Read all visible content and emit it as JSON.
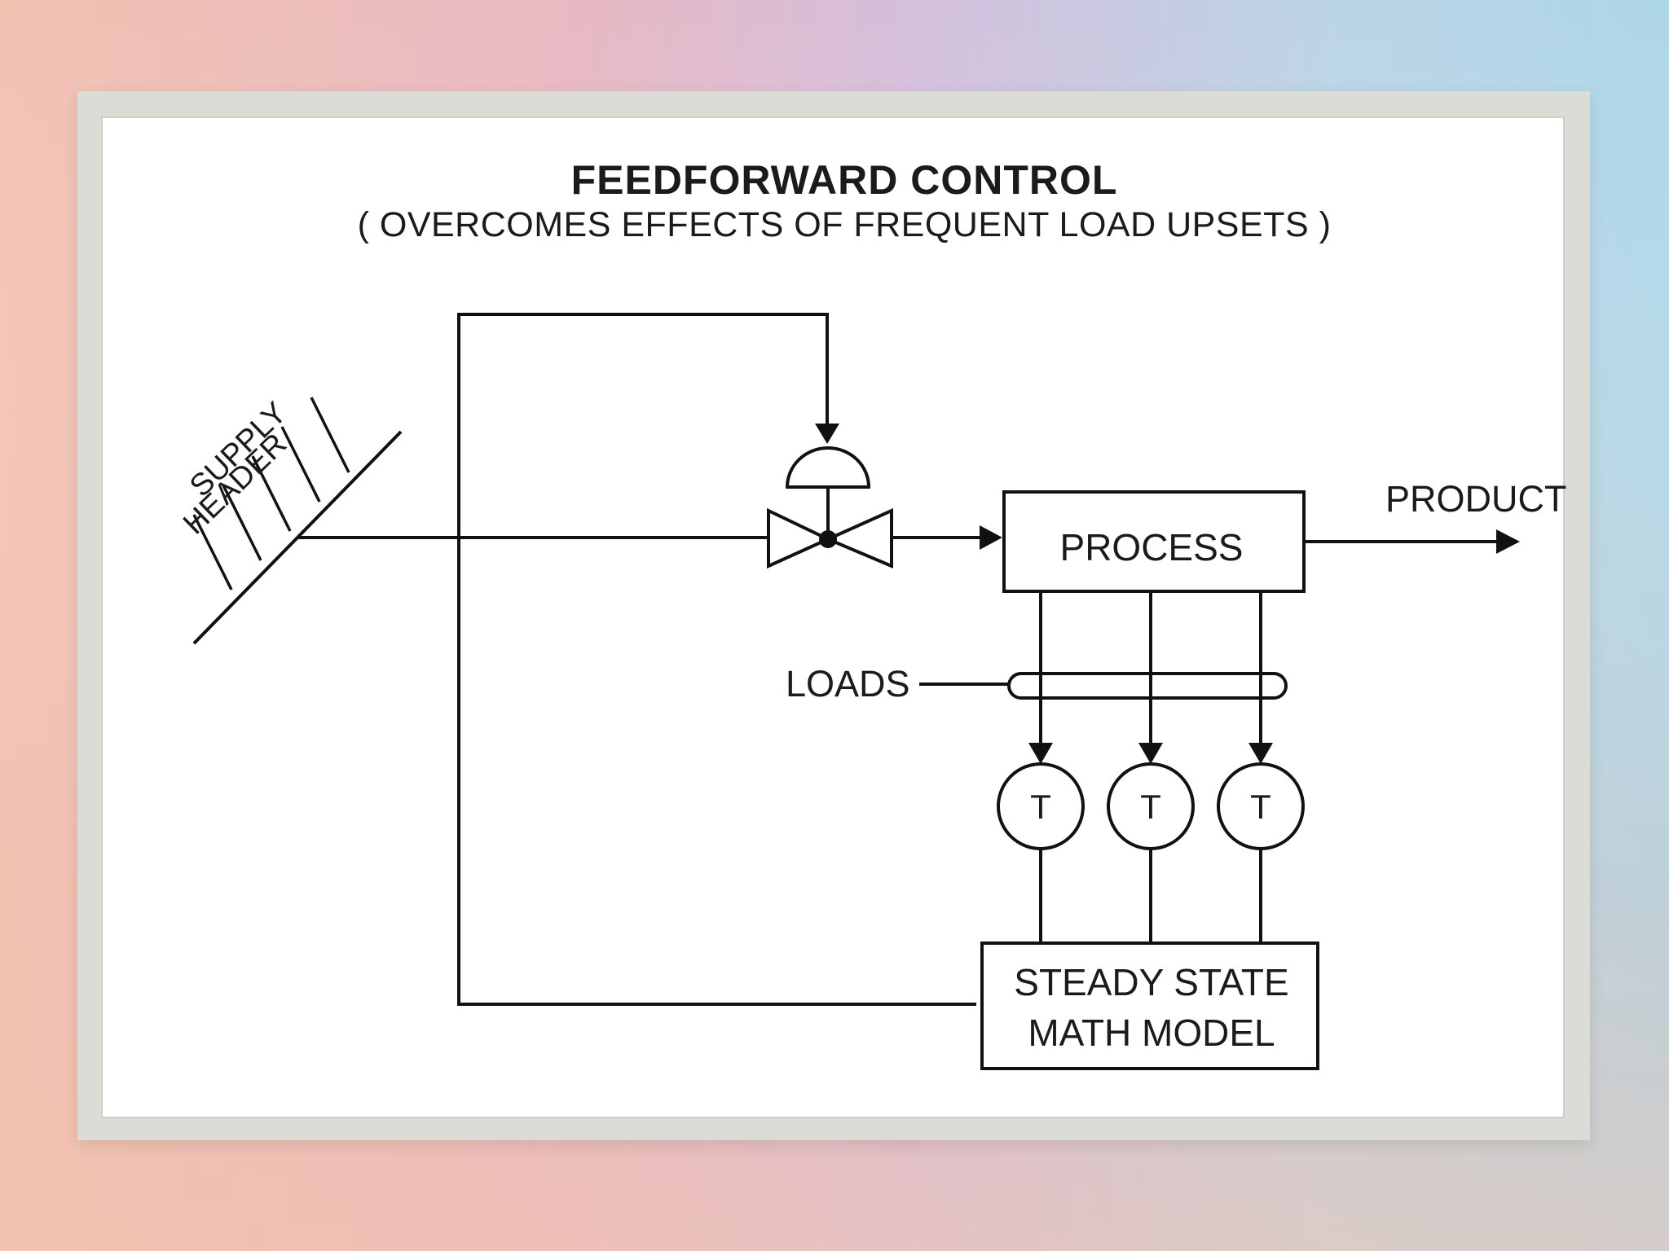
{
  "diagram": {
    "title": "FEEDFORWARD  CONTROL",
    "subtitle": "( OVERCOMES EFFECTS  OF FREQUENT LOAD UPSETS )",
    "supply_header_line1": "SUPPLY",
    "supply_header_line2": "HEADER",
    "process_label": "PROCESS",
    "product_label": "PRODUCT",
    "loads_label": "LOADS",
    "sensors": [
      {
        "label": "T"
      },
      {
        "label": "T"
      },
      {
        "label": "T"
      }
    ],
    "model_label_line1": "STEADY STATE",
    "model_label_line2": "MATH MODEL"
  },
  "colors": {
    "background_left": "#f4c9b8",
    "background_mid": "#d9bcd6",
    "background_right": "#b5d3e4",
    "frame": "#dcdcd6",
    "ink": "#111111"
  }
}
